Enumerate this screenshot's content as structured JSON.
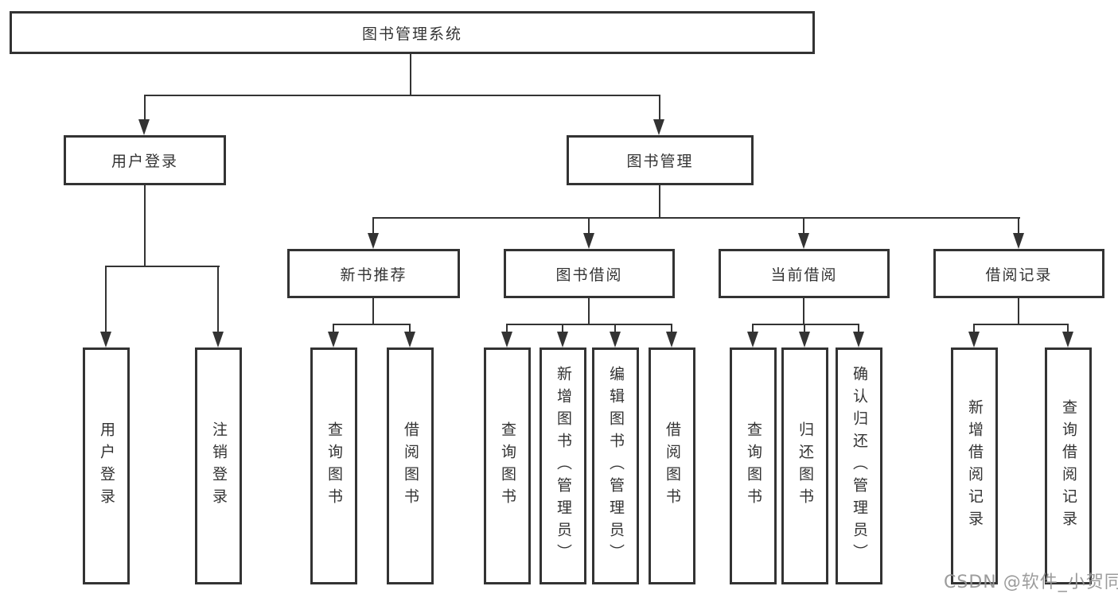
{
  "diagram": {
    "tree": {
      "root": {
        "label": "图书管理系统",
        "children": [
          {
            "label": "用户登录",
            "children": [
              {
                "label": "用户登录"
              },
              {
                "label": "注销登录"
              }
            ]
          },
          {
            "label": "图书管理",
            "children": [
              {
                "label": "新书推荐",
                "children": [
                  {
                    "label": "查询图书"
                  },
                  {
                    "label": "借阅图书"
                  }
                ]
              },
              {
                "label": "图书借阅",
                "children": [
                  {
                    "label": "查询图书"
                  },
                  {
                    "label": "新增图书（管理员）"
                  },
                  {
                    "label": "编辑图书（管理员）"
                  },
                  {
                    "label": "借阅图书"
                  }
                ]
              },
              {
                "label": "当前借阅",
                "children": [
                  {
                    "label": "查询图书"
                  },
                  {
                    "label": "归还图书"
                  },
                  {
                    "label": "确认归还（管理员）"
                  }
                ]
              },
              {
                "label": "借阅记录",
                "children": [
                  {
                    "label": "新增借阅记录"
                  },
                  {
                    "label": "查询借阅记录"
                  }
                ]
              }
            ]
          }
        ]
      }
    },
    "colors": {
      "line": "#333333",
      "text": "#333333",
      "background": "#ffffff",
      "watermark": "#949494"
    }
  },
  "watermark": {
    "text": "CSDN @软件_小贺同学"
  }
}
